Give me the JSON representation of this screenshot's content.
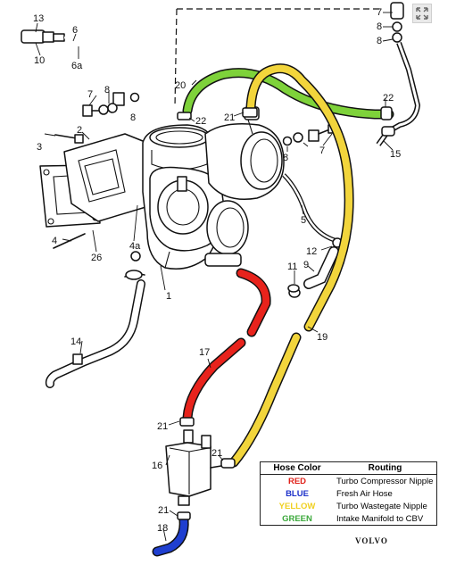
{
  "callouts": [
    {
      "id": "13",
      "text": "13"
    },
    {
      "id": "6",
      "text": "6"
    },
    {
      "id": "10",
      "text": "10"
    },
    {
      "id": "6a",
      "text": "6a"
    },
    {
      "id": "7a",
      "text": "7"
    },
    {
      "id": "8a",
      "text": "8"
    },
    {
      "id": "8b",
      "text": "8"
    },
    {
      "id": "3",
      "text": "3"
    },
    {
      "id": "2",
      "text": "2"
    },
    {
      "id": "20",
      "text": "20"
    },
    {
      "id": "22a",
      "text": "22"
    },
    {
      "id": "21a",
      "text": "21"
    },
    {
      "id": "7b",
      "text": "7"
    },
    {
      "id": "8c",
      "text": "8"
    },
    {
      "id": "8d",
      "text": "8"
    },
    {
      "id": "8e",
      "text": "8"
    },
    {
      "id": "7c",
      "text": "7"
    },
    {
      "id": "22b",
      "text": "22"
    },
    {
      "id": "15",
      "text": "15"
    },
    {
      "id": "5",
      "text": "5"
    },
    {
      "id": "4",
      "text": "4"
    },
    {
      "id": "26",
      "text": "26"
    },
    {
      "id": "4a",
      "text": "4a"
    },
    {
      "id": "12",
      "text": "12"
    },
    {
      "id": "9",
      "text": "9"
    },
    {
      "id": "11",
      "text": "11"
    },
    {
      "id": "1",
      "text": "1"
    },
    {
      "id": "14",
      "text": "14"
    },
    {
      "id": "17",
      "text": "17"
    },
    {
      "id": "19",
      "text": "19"
    },
    {
      "id": "21b",
      "text": "21"
    },
    {
      "id": "21c",
      "text": "21"
    },
    {
      "id": "16",
      "text": "16"
    },
    {
      "id": "21d",
      "text": "21"
    },
    {
      "id": "18",
      "text": "18"
    }
  ],
  "hoses": {
    "red": "#e8231c",
    "blue": "#1f3fd0",
    "yellow": "#f2d53c",
    "green": "#7ed23a"
  },
  "legend": {
    "header_color": "Hose Color",
    "header_routing": "Routing",
    "rows": [
      {
        "color_name": "RED",
        "color": "#e0221a",
        "routing": "Turbo Compressor Nipple"
      },
      {
        "color_name": "BLUE",
        "color": "#1b2fc9",
        "routing": "Fresh Air Hose"
      },
      {
        "color_name": "YELLOW",
        "color": "#f0d020",
        "routing": "Turbo Wastegate Nipple"
      },
      {
        "color_name": "GREEN",
        "color": "#3aa83a",
        "routing": "Intake Manifold to CBV"
      }
    ]
  },
  "brand": "VOLVO",
  "expand_icon": "expand-arrows-icon"
}
